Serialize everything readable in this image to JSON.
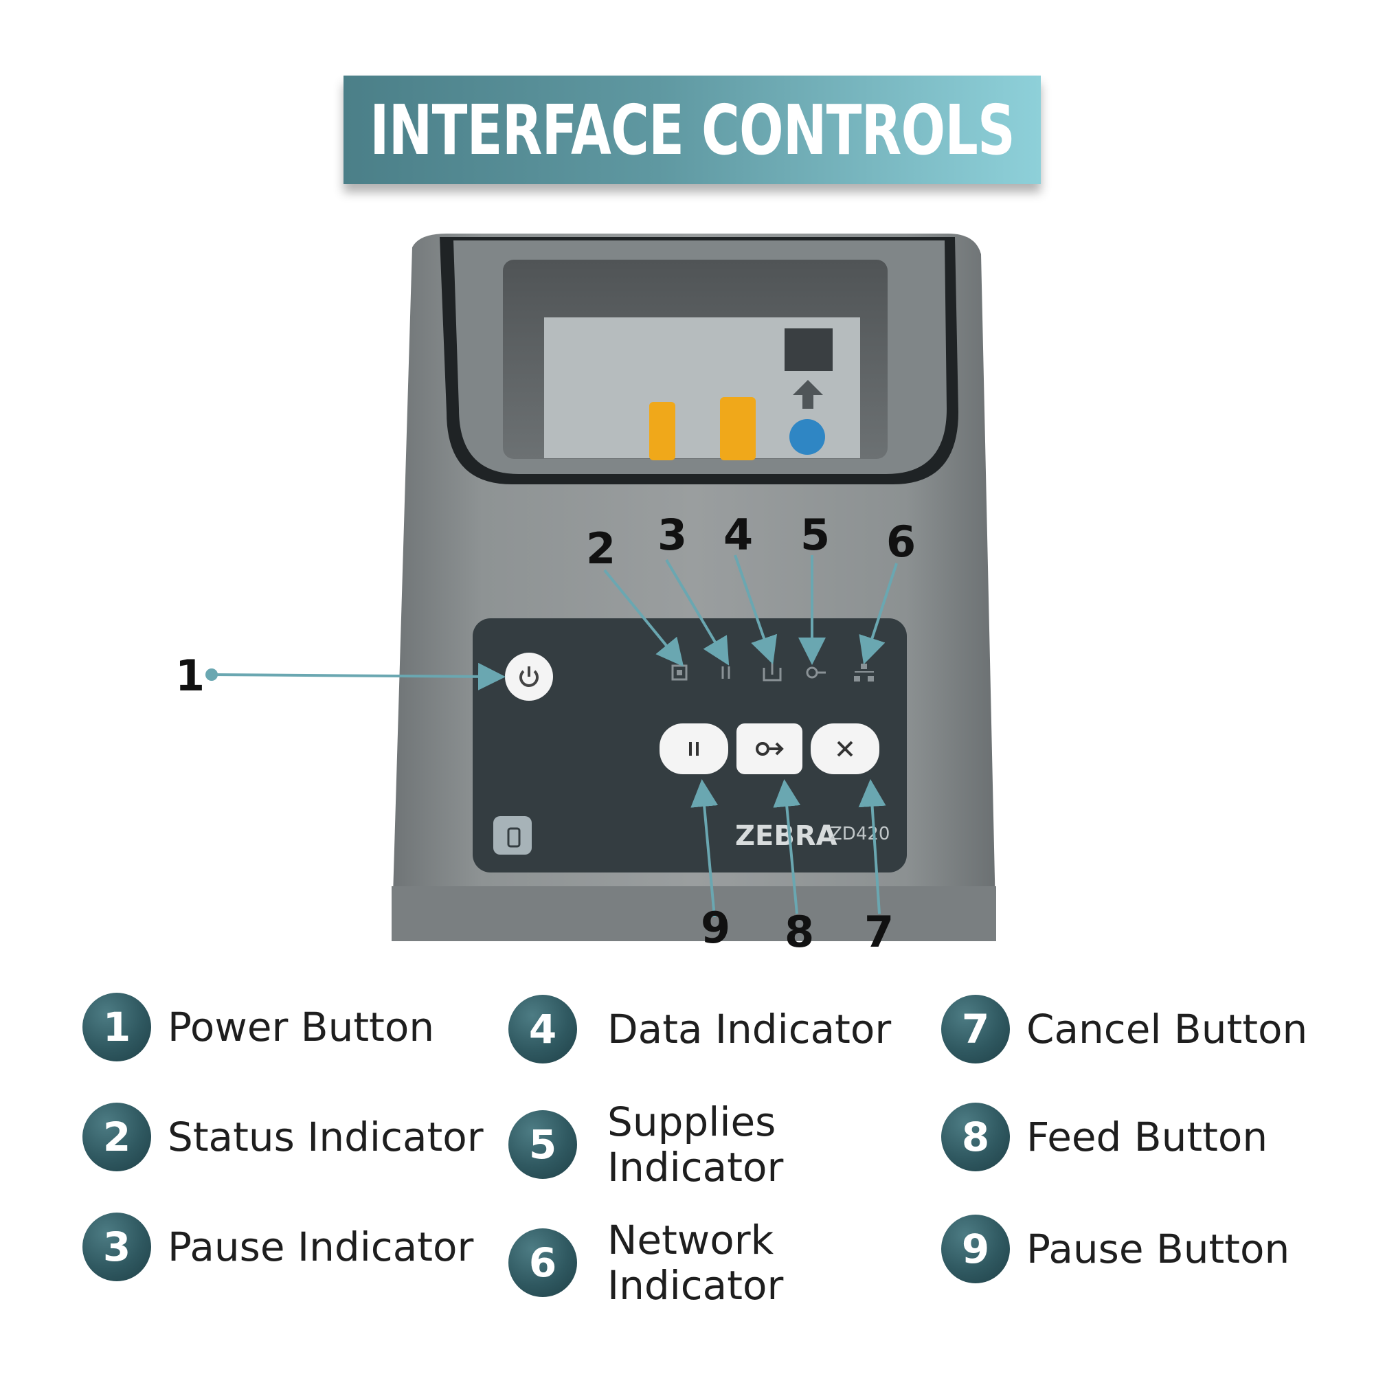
{
  "title": "INTERFACE CONTROLS",
  "device": {
    "brand": "ZEBRA",
    "model": "ZD420"
  },
  "callouts": [
    "1",
    "2",
    "3",
    "4",
    "5",
    "6",
    "7",
    "8",
    "9"
  ],
  "legend": [
    {
      "num": "1",
      "label": "Power Button"
    },
    {
      "num": "2",
      "label": "Status Indicator"
    },
    {
      "num": "3",
      "label": "Pause Indicator"
    },
    {
      "num": "4",
      "label": "Data Indicator"
    },
    {
      "num": "5",
      "label_line1": "Supplies",
      "label_line2": "Indicator"
    },
    {
      "num": "6",
      "label_line1": "Network",
      "label_line2": "Indicator"
    },
    {
      "num": "7",
      "label": "Cancel Button"
    },
    {
      "num": "8",
      "label": "Feed Button"
    },
    {
      "num": "9",
      "label": "Pause Button"
    }
  ],
  "colors": {
    "accent": "#6aa7b1",
    "badge": "#2f5860",
    "printer_body": "#8a8e8f",
    "panel": "#343d41"
  }
}
